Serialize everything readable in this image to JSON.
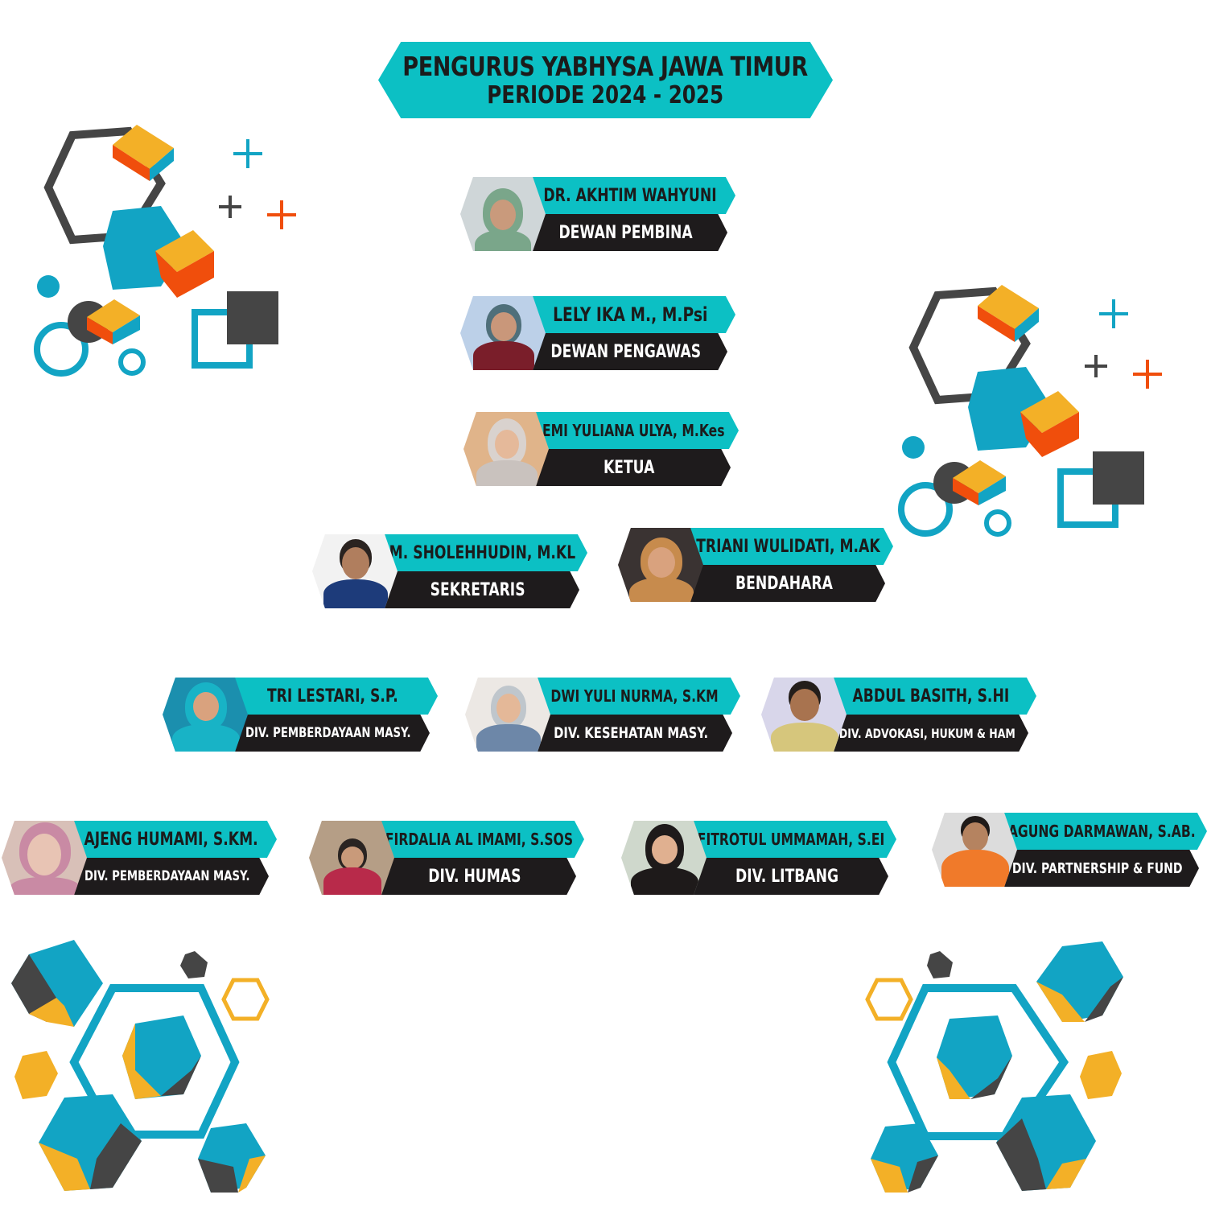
{
  "title": {
    "line1": "PENGURUS YABHYSA JAWA TIMUR",
    "line2": "PERIODE 2024 - 2025"
  },
  "members": [
    {
      "name": "DR. AKHTIM WAHYUNI",
      "role": "DEWAN PEMBINA"
    },
    {
      "name": "LELY IKA M., M.Psi",
      "role": "DEWAN PENGAWAS"
    },
    {
      "name": "EMI YULIANA ULYA, M.Kes",
      "role": "KETUA"
    },
    {
      "name": "M. SHOLEHHUDIN, M.KL",
      "role": "SEKRETARIS"
    },
    {
      "name": "TRIANI WULIDATI, M.AK",
      "role": "BENDAHARA"
    },
    {
      "name": "TRI LESTARI, S.P.",
      "role": "DIV. PEMBERDAYAAN MASY."
    },
    {
      "name": "DWI YULI NURMA, S.KM",
      "role": "DIV. KESEHATAN MASY."
    },
    {
      "name": "ABDUL BASITH, S.HI",
      "role": "DIV. ADVOKASI, HUKUM & HAM"
    },
    {
      "name": "AJENG HUMAMI, S.KM.",
      "role": "DIV. PEMBERDAYAAN MASY."
    },
    {
      "name": "FIRDALIA AL IMAMI, S.SOS",
      "role": "DIV. HUMAS"
    },
    {
      "name": "FITROTUL UMMAMAH, S.EI",
      "role": "DIV. LITBANG"
    },
    {
      "name": "AGUNG DARMAWAN, S.AB.",
      "role": "DIV. PARTNERSHIP & FUND"
    }
  ],
  "colors": {
    "teal": "#0cc0c4",
    "dark": "#1e1b1c",
    "blue": "#12a4c4",
    "orange": "#f04e0c",
    "yellow": "#f3b027",
    "gray": "#454545"
  }
}
